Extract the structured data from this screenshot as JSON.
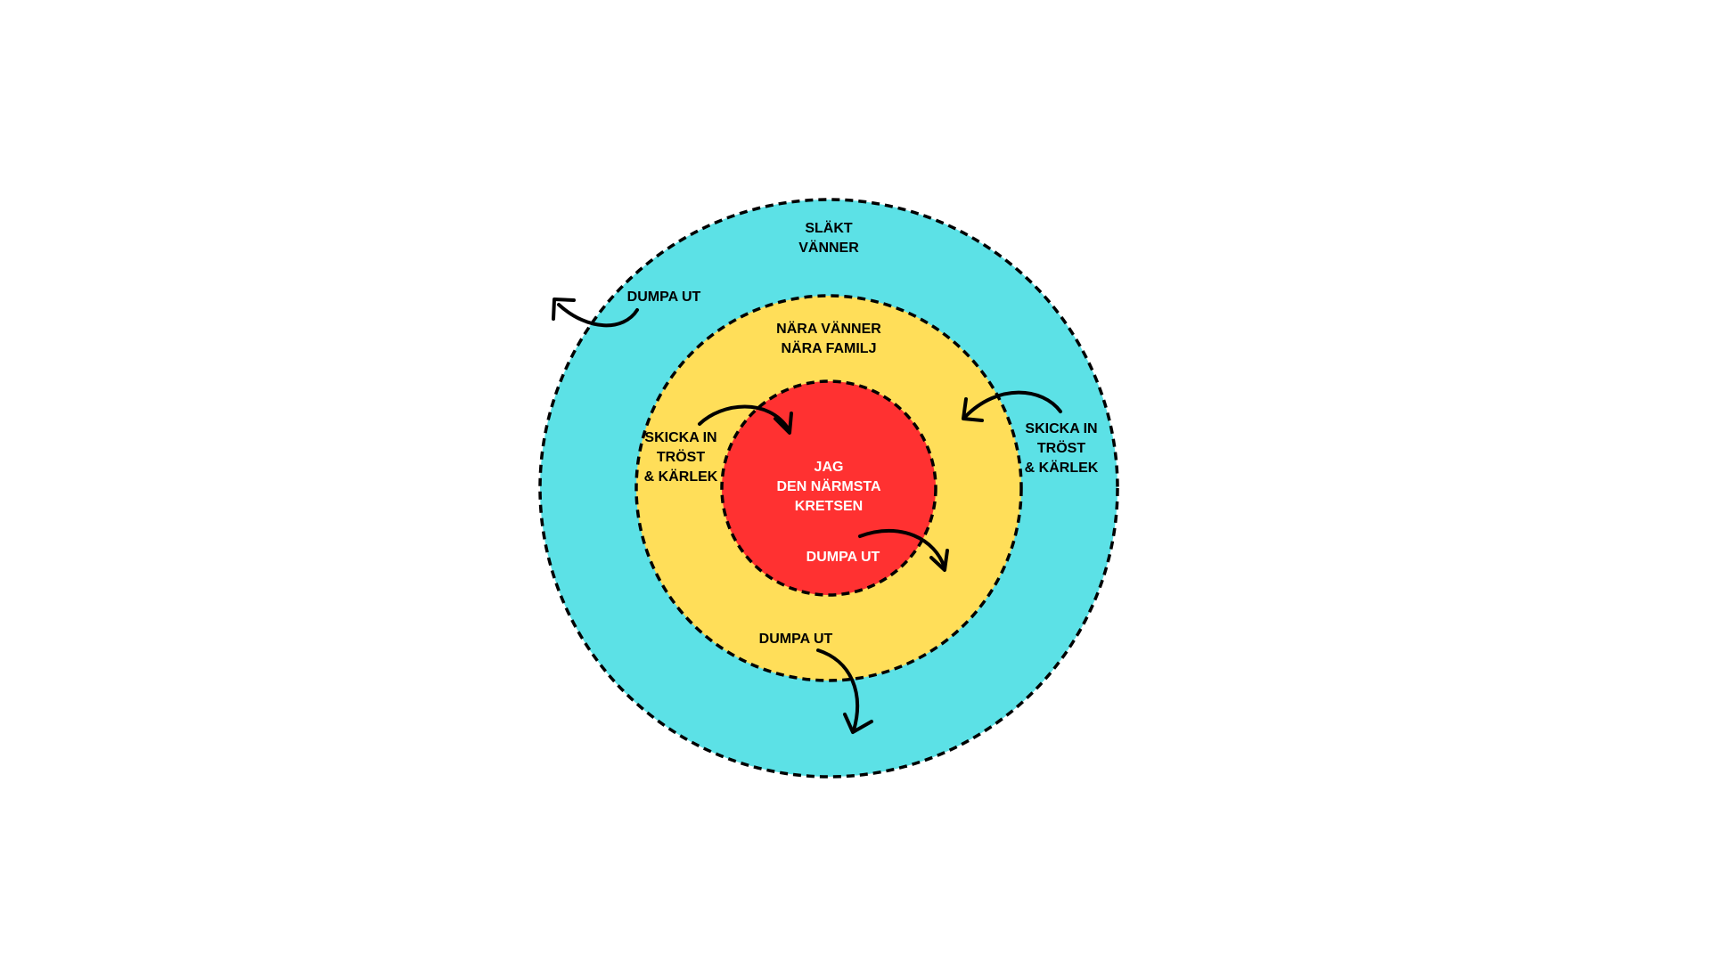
{
  "colors": {
    "outer_ring": "#5CE1E6",
    "middle_ring": "#FFDE59",
    "inner_circle": "#FF3131",
    "dark_text": "#000000",
    "light_text": "#FFFFFF"
  },
  "outer_ring": {
    "line1": "SLÄKT",
    "line2": "VÄNNER"
  },
  "middle_ring": {
    "line1": "NÄRA VÄNNER",
    "line2": "NÄRA FAMILJ"
  },
  "inner_circle": {
    "line1": "JAG",
    "line2": "DEN NÄRMSTA",
    "line3": "KRETSEN"
  },
  "labels": {
    "dump_outer": "DUMPA UT",
    "dump_middle": "DUMPA UT",
    "dump_inner": "DUMPA UT",
    "send_left": {
      "line1": "SKICKA IN",
      "line2": "TRÖST",
      "line3": "& KÄRLEK"
    },
    "send_right": {
      "line1": "SKICKA IN",
      "line2": "TRÖST",
      "line3": "& KÄRLEK"
    }
  },
  "icons": {
    "arrow_out_outer": "curved-arrow-outward-icon",
    "arrow_out_middle": "curved-arrow-downward-icon",
    "arrow_out_inner": "curved-arrow-outward-icon",
    "arrow_in_left": "curved-arrow-inward-icon",
    "arrow_in_right": "curved-arrow-inward-icon"
  }
}
